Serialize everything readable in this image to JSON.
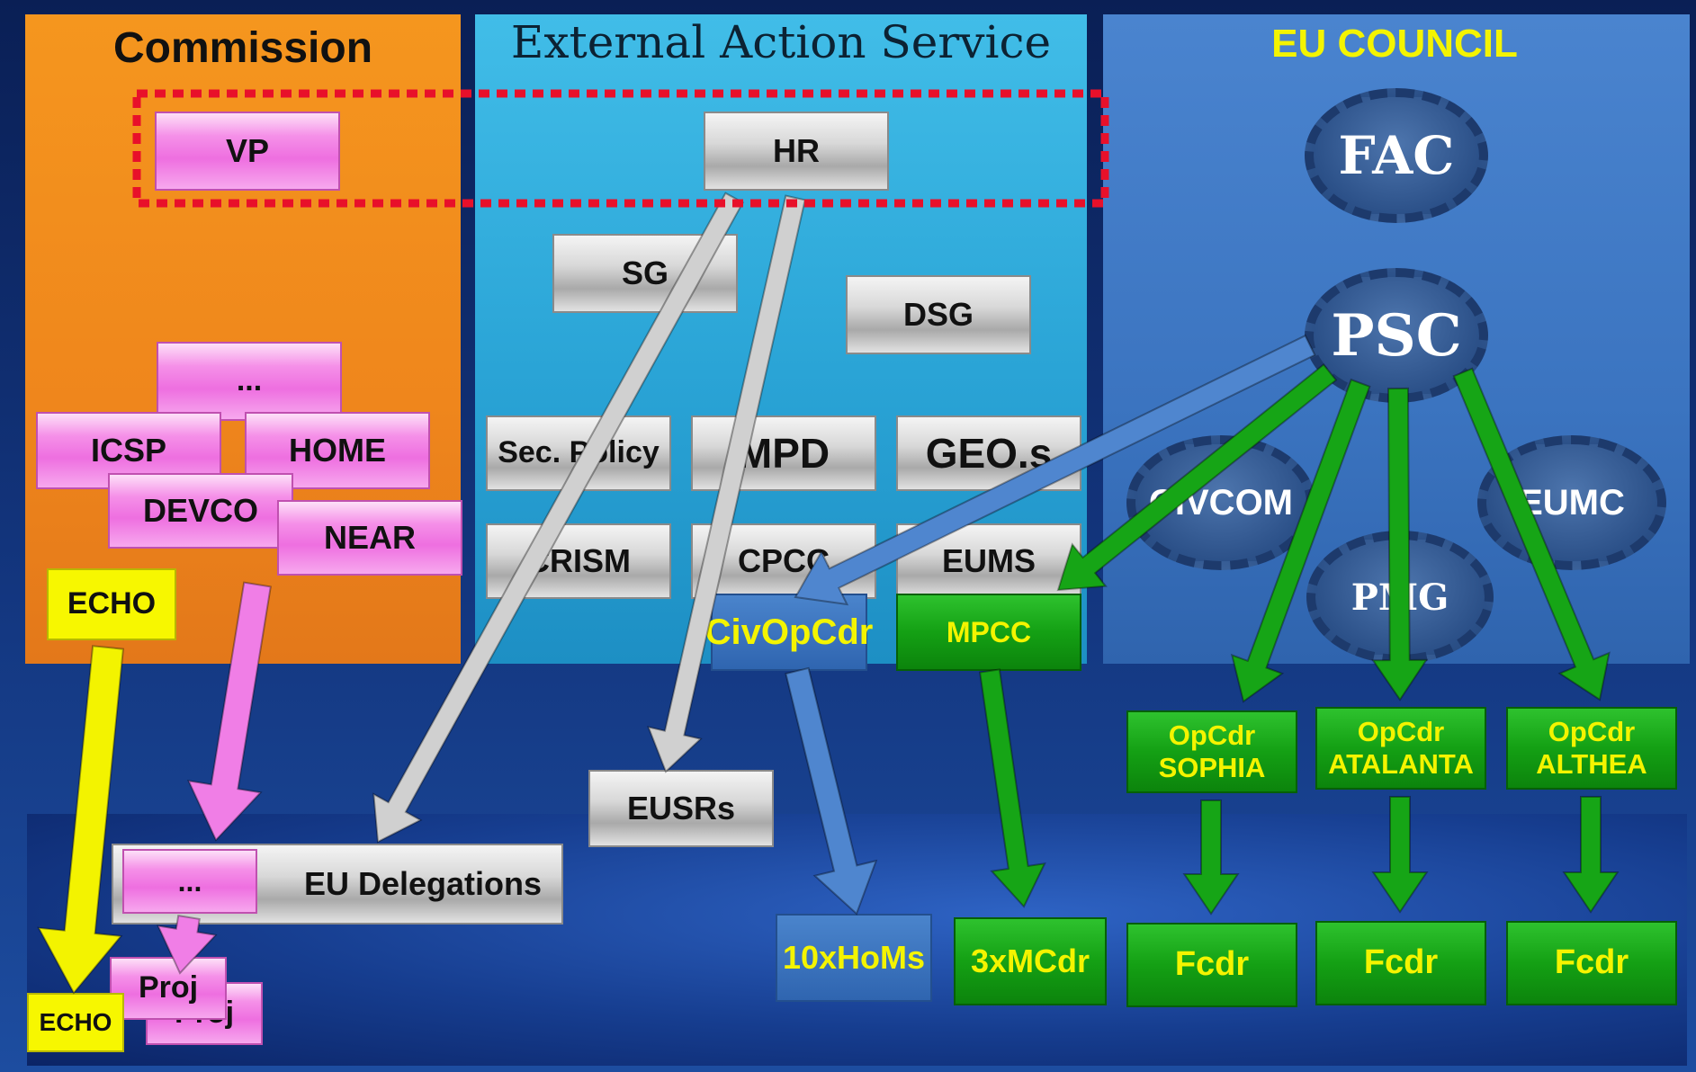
{
  "panels": {
    "commission_title": "Commission",
    "eeas_title": "External Action Service",
    "council_title": "EU COUNCIL"
  },
  "commission": {
    "vp": "VP",
    "ellipsis_top": "...",
    "icsp": "ICSP",
    "home": "HOME",
    "devco": "DEVCO",
    "near": "NEAR",
    "echo": "ECHO"
  },
  "eeas": {
    "hr": "HR",
    "sg": "SG",
    "dsg": "DSG",
    "sec_policy": "Sec. Policy",
    "mpd": "MPD",
    "geos": "GEO.s",
    "crism": "CRISM",
    "cpcc": "CPCC",
    "eums": "EUMS",
    "civopcdr": "CivOpCdr",
    "mpcc": "MPCC",
    "eusrs": "EUSRs"
  },
  "council": {
    "fac": "FAC",
    "psc": "PSC",
    "civcom": "CIVCOM",
    "eumc": "EUMC",
    "pmg": "PMG"
  },
  "field": {
    "opcdr_sophia": "OpCdr SOPHIA",
    "opcdr_atalanta": "OpCdr ATALANTA",
    "opcdr_althea": "OpCdr ALTHEA",
    "ellipsis_bottom": "...",
    "eu_delegations": "EU Delegations",
    "proj1": "Proj",
    "proj2": "Proj",
    "echo_bottom": "ECHO",
    "hom10": "10xHoMs",
    "mcdr3": "3xMCdr",
    "fcdr1": "Fcdr",
    "fcdr2": "Fcdr",
    "fcdr3": "Fcdr"
  },
  "colors": {
    "commission_bg": "#f08a1c",
    "eeas_bg": "#2fa8d8",
    "council_bg": "#3b74c0",
    "field_bg": "#0e2a6a",
    "green_arrow": "#16a516",
    "pink_arrow": "#f07ee6",
    "gray_arrow": "#d0d0d0",
    "blue_arrow": "#4f86cf",
    "yellow_arrow": "#f3f300",
    "dotted_frame": "#e8102a"
  }
}
